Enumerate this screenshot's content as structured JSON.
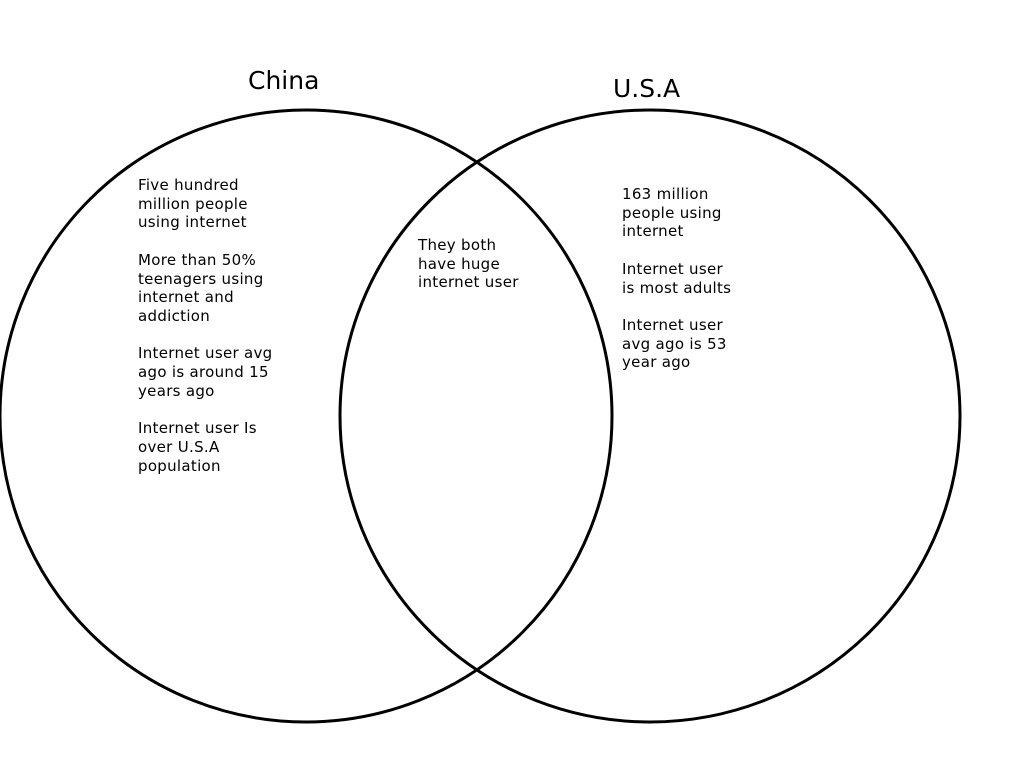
{
  "diagram": {
    "type": "venn",
    "sets": [
      {
        "id": "china",
        "title": "China",
        "items": [
          "Five hundred\nmillion people\nusing internet",
          "More than 50%\nteenagers using\ninternet and\naddiction",
          "Internet user avg\nago is around  15\nyears ago",
          "Internet user Is\nover U.S.A\npopulation"
        ]
      },
      {
        "id": "usa",
        "title": "U.S.A",
        "items": [
          "163 million\npeople using\ninternet",
          "Internet  user\nis most adults",
          "Internet user\navg ago is 53\nyear ago"
        ]
      }
    ],
    "intersection": {
      "items": [
        "They both\nhave huge\ninternet user"
      ]
    },
    "colors": {
      "stroke": "#000000",
      "background": "#ffffff"
    }
  }
}
